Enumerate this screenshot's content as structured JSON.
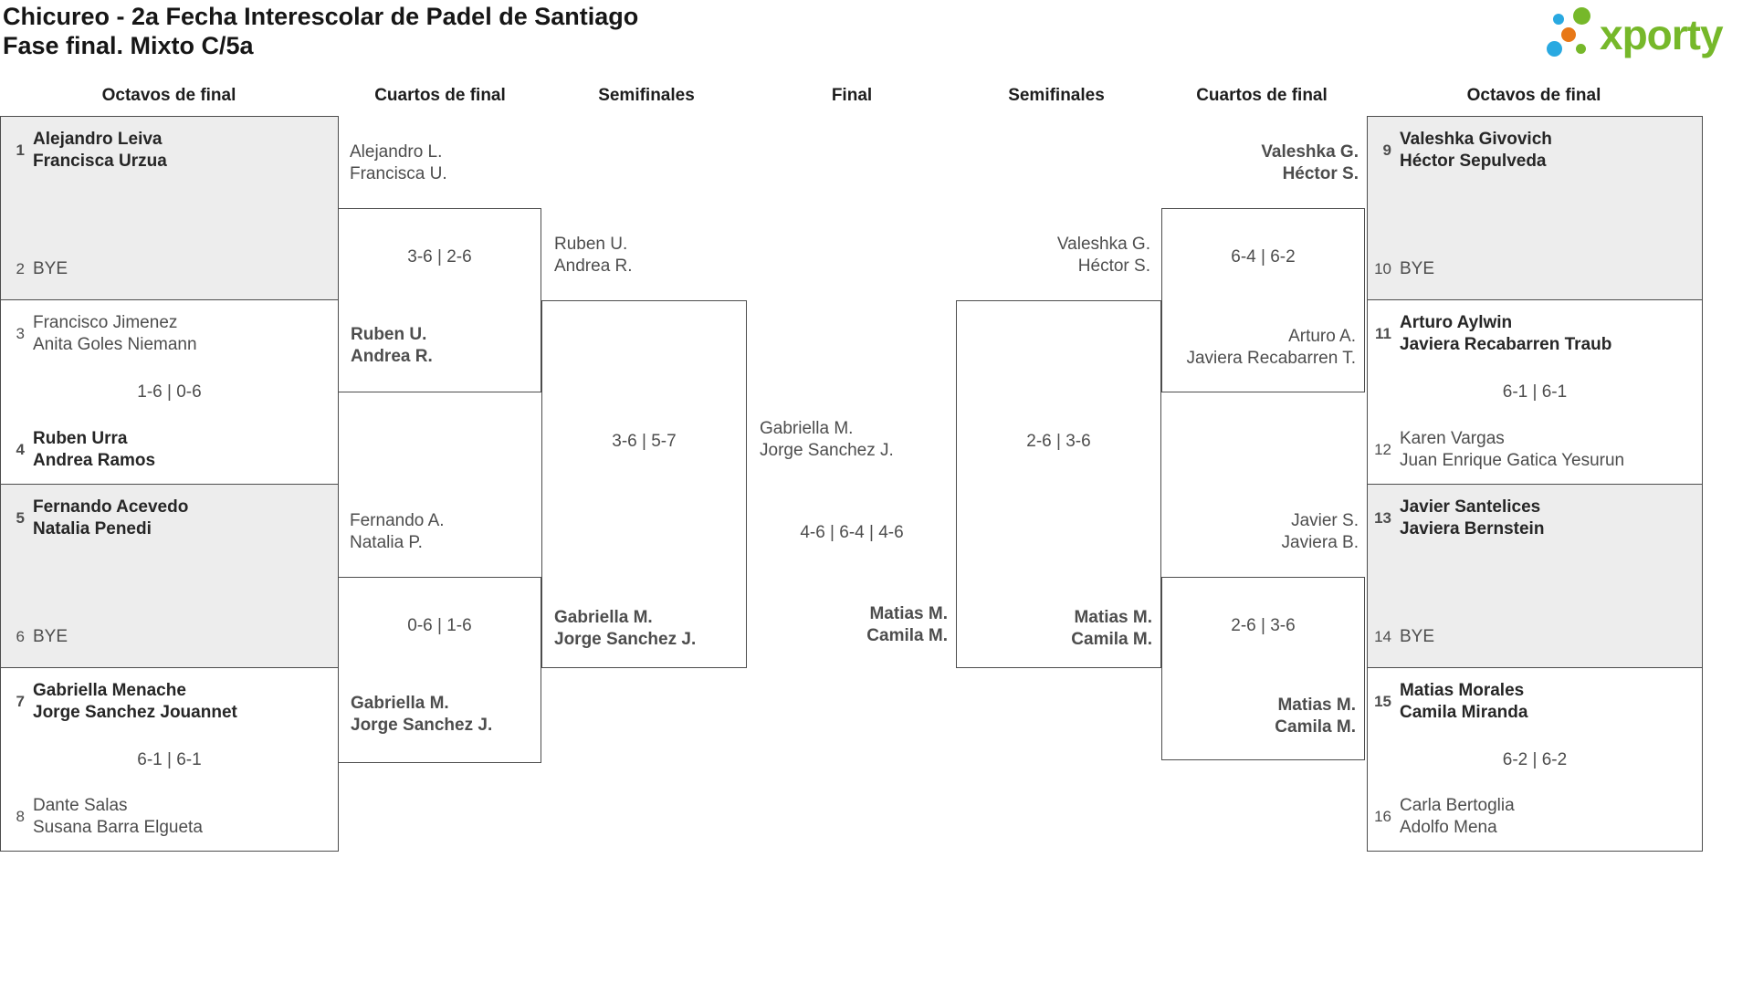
{
  "header": {
    "title_line1": "Chicureo - 2a Fecha Interescolar de Padel de Santiago",
    "title_line2": "Fase final. Mixto C/5a",
    "logo_text": "xporty"
  },
  "columns": [
    "Octavos de final",
    "Cuartos de final",
    "Semifinales",
    "Final",
    "Semifinales",
    "Cuartos de final",
    "Octavos de final"
  ],
  "colors": {
    "shaded_box": "#ededed",
    "border": "#4d4d4d",
    "logo_green": "#76b82a",
    "logo_blue": "#29a9e1",
    "logo_orange": "#e87817"
  },
  "octavos_left": [
    {
      "seed_top": "1",
      "top": [
        "Alejandro Leiva",
        "Francisca Urzua"
      ],
      "top_winner": true,
      "score": "",
      "seed_bottom": "2",
      "bottom": [
        "BYE"
      ],
      "bottom_winner": false,
      "shaded": true
    },
    {
      "seed_top": "3",
      "top": [
        "Francisco Jimenez",
        "Anita Goles Niemann"
      ],
      "top_winner": false,
      "score": "1-6 | 0-6",
      "seed_bottom": "4",
      "bottom": [
        "Ruben Urra",
        "Andrea Ramos"
      ],
      "bottom_winner": true,
      "shaded": false
    },
    {
      "seed_top": "5",
      "top": [
        "Fernando Acevedo",
        "Natalia Penedi"
      ],
      "top_winner": true,
      "score": "",
      "seed_bottom": "6",
      "bottom": [
        "BYE"
      ],
      "bottom_winner": false,
      "shaded": true
    },
    {
      "seed_top": "7",
      "top": [
        "Gabriella Menache",
        "Jorge Sanchez Jouannet"
      ],
      "top_winner": true,
      "score": "6-1 | 6-1",
      "seed_bottom": "8",
      "bottom": [
        "Dante Salas",
        "Susana Barra Elgueta"
      ],
      "bottom_winner": false,
      "shaded": false
    }
  ],
  "octavos_right": [
    {
      "seed_top": "9",
      "top": [
        "Valeshka Givovich",
        "Héctor Sepulveda"
      ],
      "top_winner": true,
      "score": "",
      "seed_bottom": "10",
      "bottom": [
        "BYE"
      ],
      "bottom_winner": false,
      "shaded": true
    },
    {
      "seed_top": "11",
      "top": [
        "Arturo Aylwin",
        "Javiera Recabarren Traub"
      ],
      "top_winner": true,
      "score": "6-1 | 6-1",
      "seed_bottom": "12",
      "bottom": [
        "Karen Vargas",
        "Juan Enrique Gatica Yesurun"
      ],
      "bottom_winner": false,
      "shaded": false
    },
    {
      "seed_top": "13",
      "top": [
        "Javier Santelices",
        "Javiera Bernstein"
      ],
      "top_winner": true,
      "score": "",
      "seed_bottom": "14",
      "bottom": [
        "BYE"
      ],
      "bottom_winner": false,
      "shaded": true
    },
    {
      "seed_top": "15",
      "top": [
        "Matias Morales",
        "Camila Miranda"
      ],
      "top_winner": true,
      "score": "6-2 | 6-2",
      "seed_bottom": "16",
      "bottom": [
        "Carla Bertoglia",
        "Adolfo Mena"
      ],
      "bottom_winner": false,
      "shaded": false
    }
  ],
  "quarters_left": [
    {
      "top": [
        "Alejandro L.",
        "Francisca U."
      ],
      "top_winner": false,
      "score": "3-6 | 2-6",
      "bottom": [
        "Ruben U.",
        "Andrea R."
      ],
      "bottom_winner": true
    },
    {
      "top": [
        "Fernando A.",
        "Natalia P."
      ],
      "top_winner": false,
      "score": "0-6 | 1-6",
      "bottom": [
        "Gabriella M.",
        "Jorge Sanchez J."
      ],
      "bottom_winner": true
    }
  ],
  "quarters_right": [
    {
      "top": [
        "Valeshka G.",
        "Héctor S."
      ],
      "top_winner": true,
      "score": "6-4 | 6-2",
      "bottom": [
        "Arturo A.",
        "Javiera Recabarren T."
      ],
      "bottom_winner": false
    },
    {
      "top": [
        "Javier S.",
        "Javiera B."
      ],
      "top_winner": false,
      "score": "2-6 | 3-6",
      "bottom": [
        "Matias M.",
        "Camila M."
      ],
      "bottom_winner": true
    }
  ],
  "semifinal_left": {
    "top": [
      "Ruben U.",
      "Andrea R."
    ],
    "top_winner": false,
    "score": "3-6 | 5-7",
    "bottom": [
      "Gabriella M.",
      "Jorge Sanchez J."
    ],
    "bottom_winner": true
  },
  "semifinal_right": {
    "top": [
      "Valeshka G.",
      "Héctor S."
    ],
    "top_winner": false,
    "score": "2-6 | 3-6",
    "bottom": [
      "Matias M.",
      "Camila M."
    ],
    "bottom_winner": true
  },
  "final": {
    "top": [
      "Gabriella M.",
      "Jorge Sanchez J."
    ],
    "top_winner": false,
    "score": "4-6 | 6-4 | 4-6",
    "bottom": [
      "Matias M.",
      "Camila M."
    ],
    "bottom_winner": true
  }
}
